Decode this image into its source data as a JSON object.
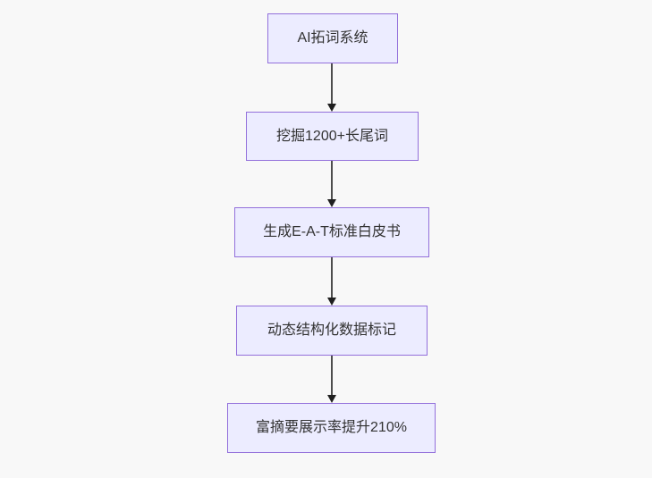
{
  "diagram": {
    "type": "flowchart",
    "direction": "top-down",
    "nodes": [
      {
        "id": "A",
        "label": "AI拓词系统"
      },
      {
        "id": "B",
        "label": "挖掘1200+长尾词"
      },
      {
        "id": "C",
        "label": "生成E-A-T标准白皮书"
      },
      {
        "id": "D",
        "label": "动态结构化数据标记"
      },
      {
        "id": "E",
        "label": "富摘要展示率提升210%"
      }
    ],
    "edges": [
      {
        "from": "A",
        "to": "B"
      },
      {
        "from": "B",
        "to": "C"
      },
      {
        "from": "C",
        "to": "D"
      },
      {
        "from": "D",
        "to": "E"
      }
    ],
    "colors": {
      "node_fill": "#ECECFF",
      "node_border": "#9370DB",
      "node_text": "#333333",
      "arrow_line": "#4D4D4D",
      "arrow_head": "#1F1F1F",
      "background": "#F8F8F8"
    }
  }
}
